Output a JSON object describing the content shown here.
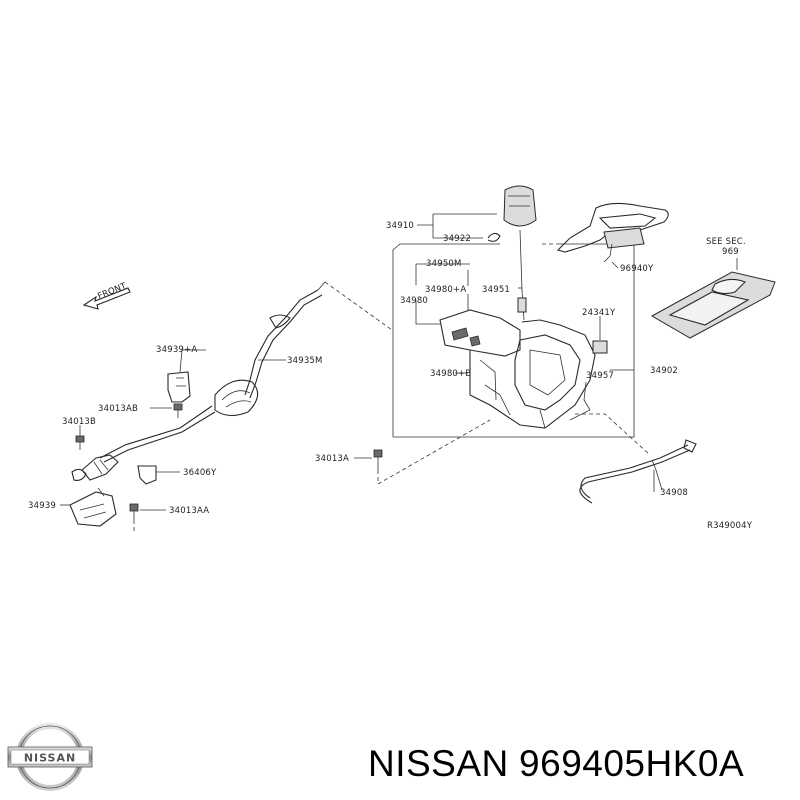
{
  "diagram": {
    "front_label": "FRONT",
    "see_sec_line1": "SEE SEC.",
    "see_sec_line2": "969",
    "ref_code": "R349004Y",
    "labels": {
      "l34910": "34910",
      "l34922": "34922",
      "l34950M": "34950M",
      "l34980A": "34980+A",
      "l34980": "34980",
      "l34951": "34951",
      "l34980B": "34980+B",
      "l24341Y": "24341Y",
      "l34902": "34902",
      "l34957": "34957",
      "l96940Y": "96940Y",
      "l34935M": "34935M",
      "l34939A": "34939+A",
      "l34013AB": "34013AB",
      "l34013B": "34013B",
      "l36406Y": "36406Y",
      "l34939": "34939",
      "l34013AA": "34013AA",
      "l34013A": "34013A",
      "l34908": "34908"
    }
  },
  "footer": {
    "brand": "NISSAN",
    "part_number": "969405HK0A",
    "logo_text": "NISSAN"
  }
}
